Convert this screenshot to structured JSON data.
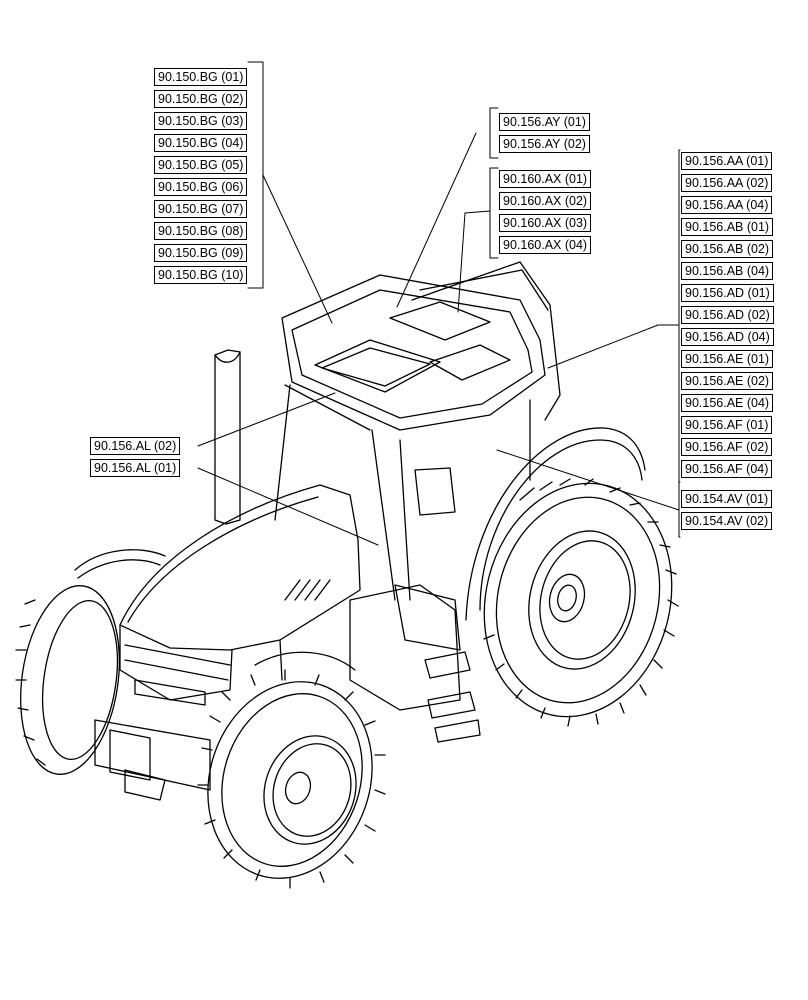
{
  "groups": {
    "bg": [
      "90.150.BG (01)",
      "90.150.BG (02)",
      "90.150.BG (03)",
      "90.150.BG (04)",
      "90.150.BG (05)",
      "90.150.BG (06)",
      "90.150.BG (07)",
      "90.150.BG (08)",
      "90.150.BG (09)",
      "90.150.BG (10)"
    ],
    "ay": [
      "90.156.AY (01)",
      "90.156.AY (02)"
    ],
    "ax": [
      "90.160.AX (01)",
      "90.160.AX (02)",
      "90.160.AX (03)",
      "90.160.AX (04)"
    ],
    "aa": [
      "90.156.AA (01)",
      "90.156.AA (02)",
      "90.156.AA (04)",
      "90.156.AB (01)",
      "90.156.AB (02)",
      "90.156.AB (04)",
      "90.156.AD (01)",
      "90.156.AD (02)",
      "90.156.AD (04)",
      "90.156.AE (01)",
      "90.156.AE (02)",
      "90.156.AE (04)",
      "90.156.AF (01)",
      "90.156.AF (02)",
      "90.156.AF (04)"
    ],
    "av": [
      "90.154.AV (01)",
      "90.154.AV (02)"
    ],
    "al": [
      "90.156.AL (02)",
      "90.156.AL (01)"
    ]
  }
}
